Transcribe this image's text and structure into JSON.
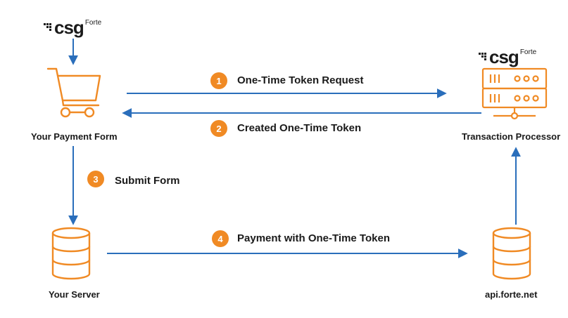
{
  "colors": {
    "accent": "#F08A24",
    "arrow": "#2A6EBB",
    "text": "#1a1a1a"
  },
  "logos": {
    "top_left": {
      "mark": "csg",
      "sub": "Forte"
    },
    "top_right": {
      "mark": "csg",
      "sub": "Forte"
    }
  },
  "nodes": {
    "payment_form": {
      "label": "Your Payment Form",
      "icon": "shopping-cart-icon"
    },
    "transaction_processor": {
      "label": "Transaction Processor",
      "icon": "server-icon"
    },
    "your_server": {
      "label": "Your Server",
      "icon": "database-icon"
    },
    "api": {
      "label": "api.forte.net",
      "icon": "database-icon"
    }
  },
  "steps": [
    {
      "number": "1",
      "label": "One-Time Token Request"
    },
    {
      "number": "2",
      "label": "Created One-Time Token"
    },
    {
      "number": "3",
      "label": "Submit Form"
    },
    {
      "number": "4",
      "label": "Payment with One-Time Token"
    }
  ]
}
